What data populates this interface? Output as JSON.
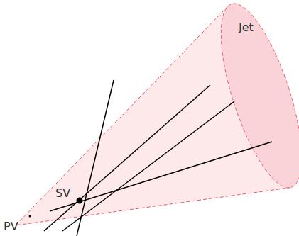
{
  "diagram": {
    "labels": [
      "Jet",
      "SV",
      "PV"
    ]
  }
}
